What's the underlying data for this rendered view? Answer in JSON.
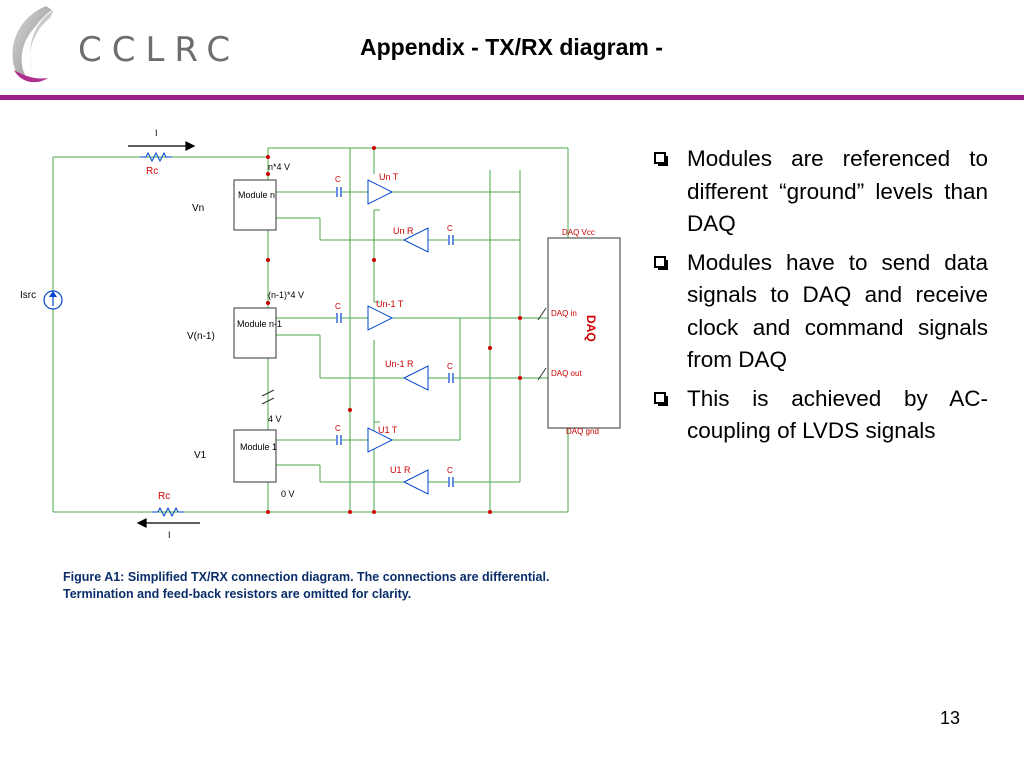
{
  "logo": {
    "text": "CCLRC"
  },
  "title": "Appendix - TX/RX diagram -",
  "diagram": {
    "labels": {
      "i_top": "I",
      "i_bottom": "I",
      "rc_top": "Rc",
      "rc_bottom": "Rc",
      "isrc": "Isrc",
      "vn": "Vn",
      "vn1": "V(n-1)",
      "v1": "V1",
      "module_n": "Module n",
      "module_n1": "Module n-1",
      "module_1": "Module 1",
      "n4v": "n*4 V",
      "n14v": "(n-1)*4 V",
      "v4": "4 V",
      "v0": "0 V",
      "c1": "C",
      "c2": "C",
      "c3": "C",
      "c4": "C",
      "c5": "C",
      "c6": "C",
      "unt": "Un T",
      "unr": "Un R",
      "un1t": "Un-1 T",
      "un1r": "Un-1 R",
      "u1t": "U1 T",
      "u1r": "U1 R",
      "daq_vcc": "DAQ Vcc",
      "daq_in": "DAQ in",
      "daq_out": "DAQ out",
      "daq_gnd": "DAQ gnd",
      "daq": "DAQ"
    },
    "colors": {
      "wire": "#4aa84a",
      "node": "#cc0000",
      "component": "#0044cc",
      "daq_text": "#cc0000"
    }
  },
  "caption": "Figure A1: Simplified TX/RX connection diagram. The connections are differential. Termination and feed-back resistors are omitted for clarity.",
  "bullets": [
    "Modules are referenced to different “ground” levels than DAQ",
    "Modules have to send data signals to DAQ and receive clock and command signals from DAQ",
    "This is achieved by AC-coupling of LVDS signals"
  ],
  "page_number": "13"
}
